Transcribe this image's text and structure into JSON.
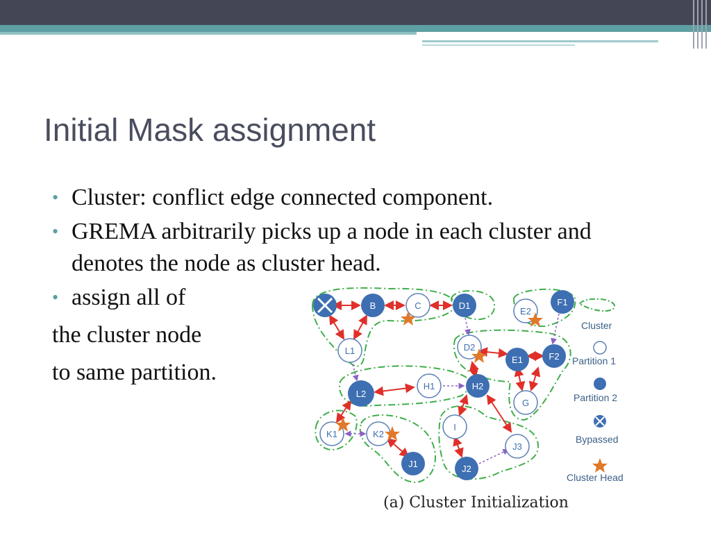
{
  "slide": {
    "title": "Initial Mask assignment",
    "bullets": [
      "Cluster: conflict edge connected component.",
      "GREMA arbitrarily picks up a node in each cluster and denotes the node as cluster head.",
      "assign all of"
    ],
    "continuation": [
      "the cluster node",
      "to same partition."
    ]
  },
  "figure": {
    "caption": "(a) Cluster Initialization",
    "nodes": {
      "X": "",
      "B": "B",
      "C": "C",
      "D1": "D1",
      "L1": "L1",
      "D2": "D2",
      "E1": "E1",
      "E2": "E2",
      "F1": "F1",
      "F2": "F2",
      "L2": "L2",
      "H1": "H1",
      "H2": "H2",
      "G": "G",
      "K1": "K1",
      "K2": "K2",
      "I": "I",
      "J3": "J3",
      "J1": "J1",
      "J2": "J2"
    },
    "legend": {
      "cluster": "Cluster",
      "partition1": "Partition 1",
      "partition2": "Partition 2",
      "bypassed": "Bypassed",
      "cluster_head": "Cluster Head"
    },
    "colors": {
      "partition2": "#3e6fb3",
      "partition1_stroke": "#5b7fb5",
      "edge_conflict": "#e0302a",
      "edge_dashed": "#8a62c4",
      "cluster_outline": "#3fae4a",
      "star": "#e0792a"
    }
  }
}
